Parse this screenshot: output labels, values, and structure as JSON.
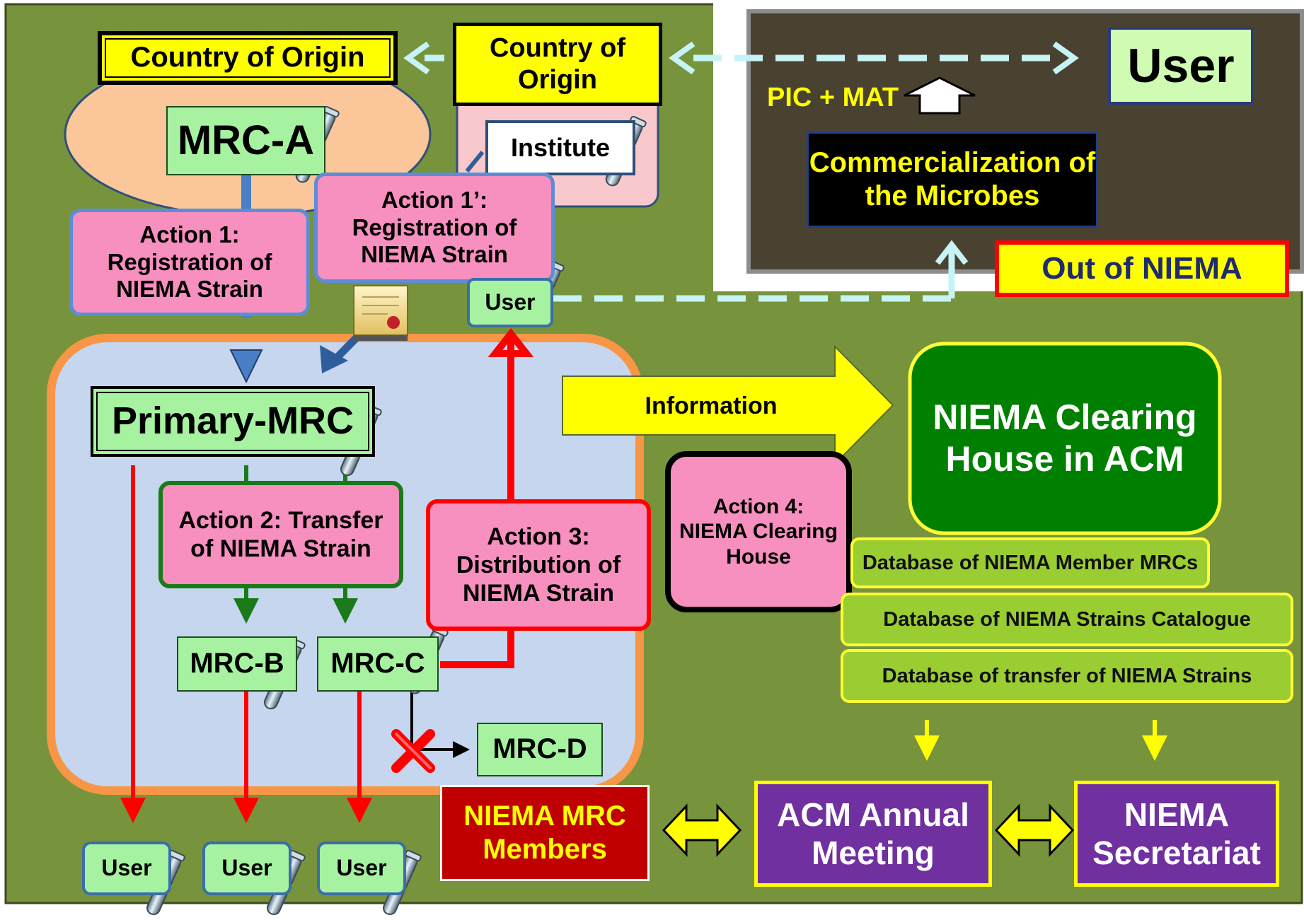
{
  "colors": {
    "olive_background": "#77933c",
    "dark_panel": "#4a4230",
    "primary_region": "#c5d6ee",
    "region_border": "#f79646",
    "pink_box": "#f78fbf",
    "green_box": "#a6f2a0",
    "niema_green": "#008000",
    "purple_box": "#7030a0",
    "yellow": "#ffff00",
    "red_arrow": "#ff0000",
    "dashed_arrow": "#c6f3f6",
    "dark_red": "#c00000"
  },
  "labels": {
    "country_origin_left": "Country of Origin",
    "country_origin_right": "Country of Origin",
    "mrc_a": "MRC-A",
    "institute": "Institute",
    "action1": "Action 1: Registration of NIEMA Strain",
    "action1_prime": "Action 1’: Registration of NIEMA Strain",
    "user_mid": "User",
    "user_top": "User",
    "pic_mat": "PIC + MAT",
    "commercialization": "Commercialization of the Microbes",
    "out_of_niema": "Out of NIEMA",
    "primary_mrc": "Primary-MRC",
    "action2": "Action 2: Transfer of NIEMA Strain",
    "action3": "Action 3: Distribution of NIEMA Strain",
    "action4": "Action 4: NIEMA Clearing House",
    "information": "Information",
    "niema_clearing_house": "NIEMA Clearing House in ACM",
    "mrc_b": "MRC-B",
    "mrc_c": "MRC-C",
    "mrc_d": "MRC-D",
    "db_members": "Database of NIEMA Member MRCs",
    "db_catalogue": "Database of NIEMA Strains Catalogue",
    "db_transfer": "Database of transfer of NIEMA Strains",
    "niema_mrc_members": "NIEMA MRC Members",
    "acm_annual_meeting": "ACM Annual Meeting",
    "niema_secretariat": "NIEMA Secretariat",
    "user_bottom_1": "User",
    "user_bottom_2": "User",
    "user_bottom_3": "User"
  },
  "icons": [
    "test-tube-icon",
    "certificate-icon",
    "red-x-icon",
    "double-arrow-icon"
  ]
}
